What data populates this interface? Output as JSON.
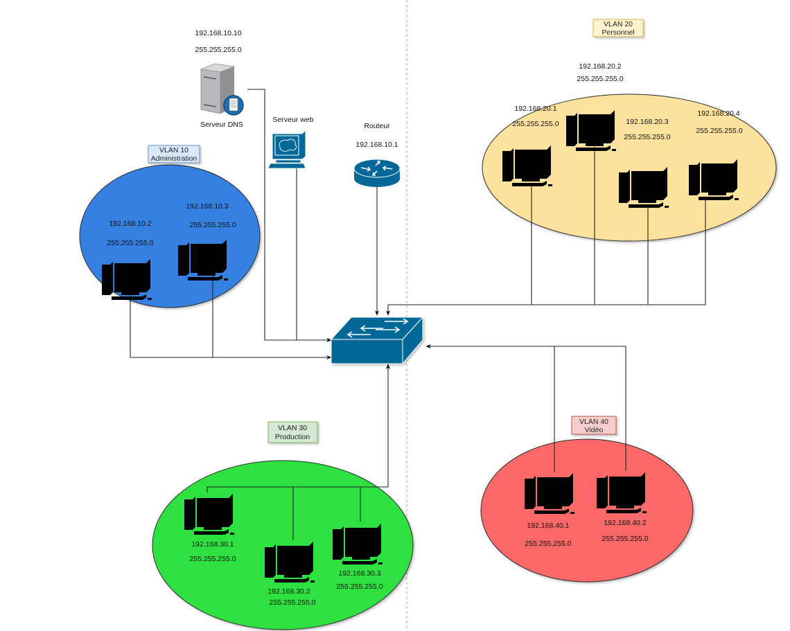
{
  "diagram": {
    "title": "Network topology with VLANs",
    "colors": {
      "vlan10": "#3580e0",
      "vlan20": "#fde29e",
      "vlan30": "#2fe03f",
      "vlan40": "#fd6868",
      "cisco_blue": "#036897",
      "vlan10_label_bg": "#dae8fc",
      "vlan20_label_bg": "#fff2cc",
      "vlan30_label_bg": "#d5e8d4",
      "vlan40_label_bg": "#f8cecc"
    },
    "core": {
      "dns_server": {
        "name": "Serveur DNS",
        "ip": "192.168.10.10",
        "mask": "255.255.255.0",
        "icon": "dns-server-icon"
      },
      "web_server": {
        "name": "Serveur web",
        "icon": "web-server-icon"
      },
      "router": {
        "name": "Routeur",
        "ip": "192.168.10.1",
        "icon": "router-icon"
      },
      "switch": {
        "icon": "switch-icon"
      }
    },
    "vlans": [
      {
        "id": "vlan10",
        "title": "VLAN 10",
        "subtitle": "Administration",
        "hosts": [
          {
            "ip": "192.168.10.2",
            "mask": "255.255.255.0"
          },
          {
            "ip": "192.168.10.3",
            "mask": "255.255.255.0"
          }
        ]
      },
      {
        "id": "vlan20",
        "title": "VLAN 20",
        "subtitle": "Personnel",
        "hosts": [
          {
            "ip": "192.168.20.1",
            "mask": "255.255.255.0"
          },
          {
            "ip": "192.168.20.2",
            "mask": "255.255.255.0"
          },
          {
            "ip": "192.168.20.3",
            "mask": "255.255.255.0"
          },
          {
            "ip": "192.168.20.4",
            "mask": "255.255.255.0"
          }
        ]
      },
      {
        "id": "vlan30",
        "title": "VLAN 30",
        "subtitle": "Production",
        "hosts": [
          {
            "ip": "192.168.30.1",
            "mask": "255.255.255.0"
          },
          {
            "ip": "192.168.30.2",
            "mask": "255.255.255.0"
          },
          {
            "ip": "192.168.30.3",
            "mask": "255.255.255.0"
          }
        ]
      },
      {
        "id": "vlan40",
        "title": "VLAN 40",
        "subtitle": "Vidéo",
        "hosts": [
          {
            "ip": "192.168.40.1",
            "mask": "255.255.255.0"
          },
          {
            "ip": "192.168.40.2",
            "mask": "255.255.255.0"
          }
        ]
      }
    ]
  }
}
